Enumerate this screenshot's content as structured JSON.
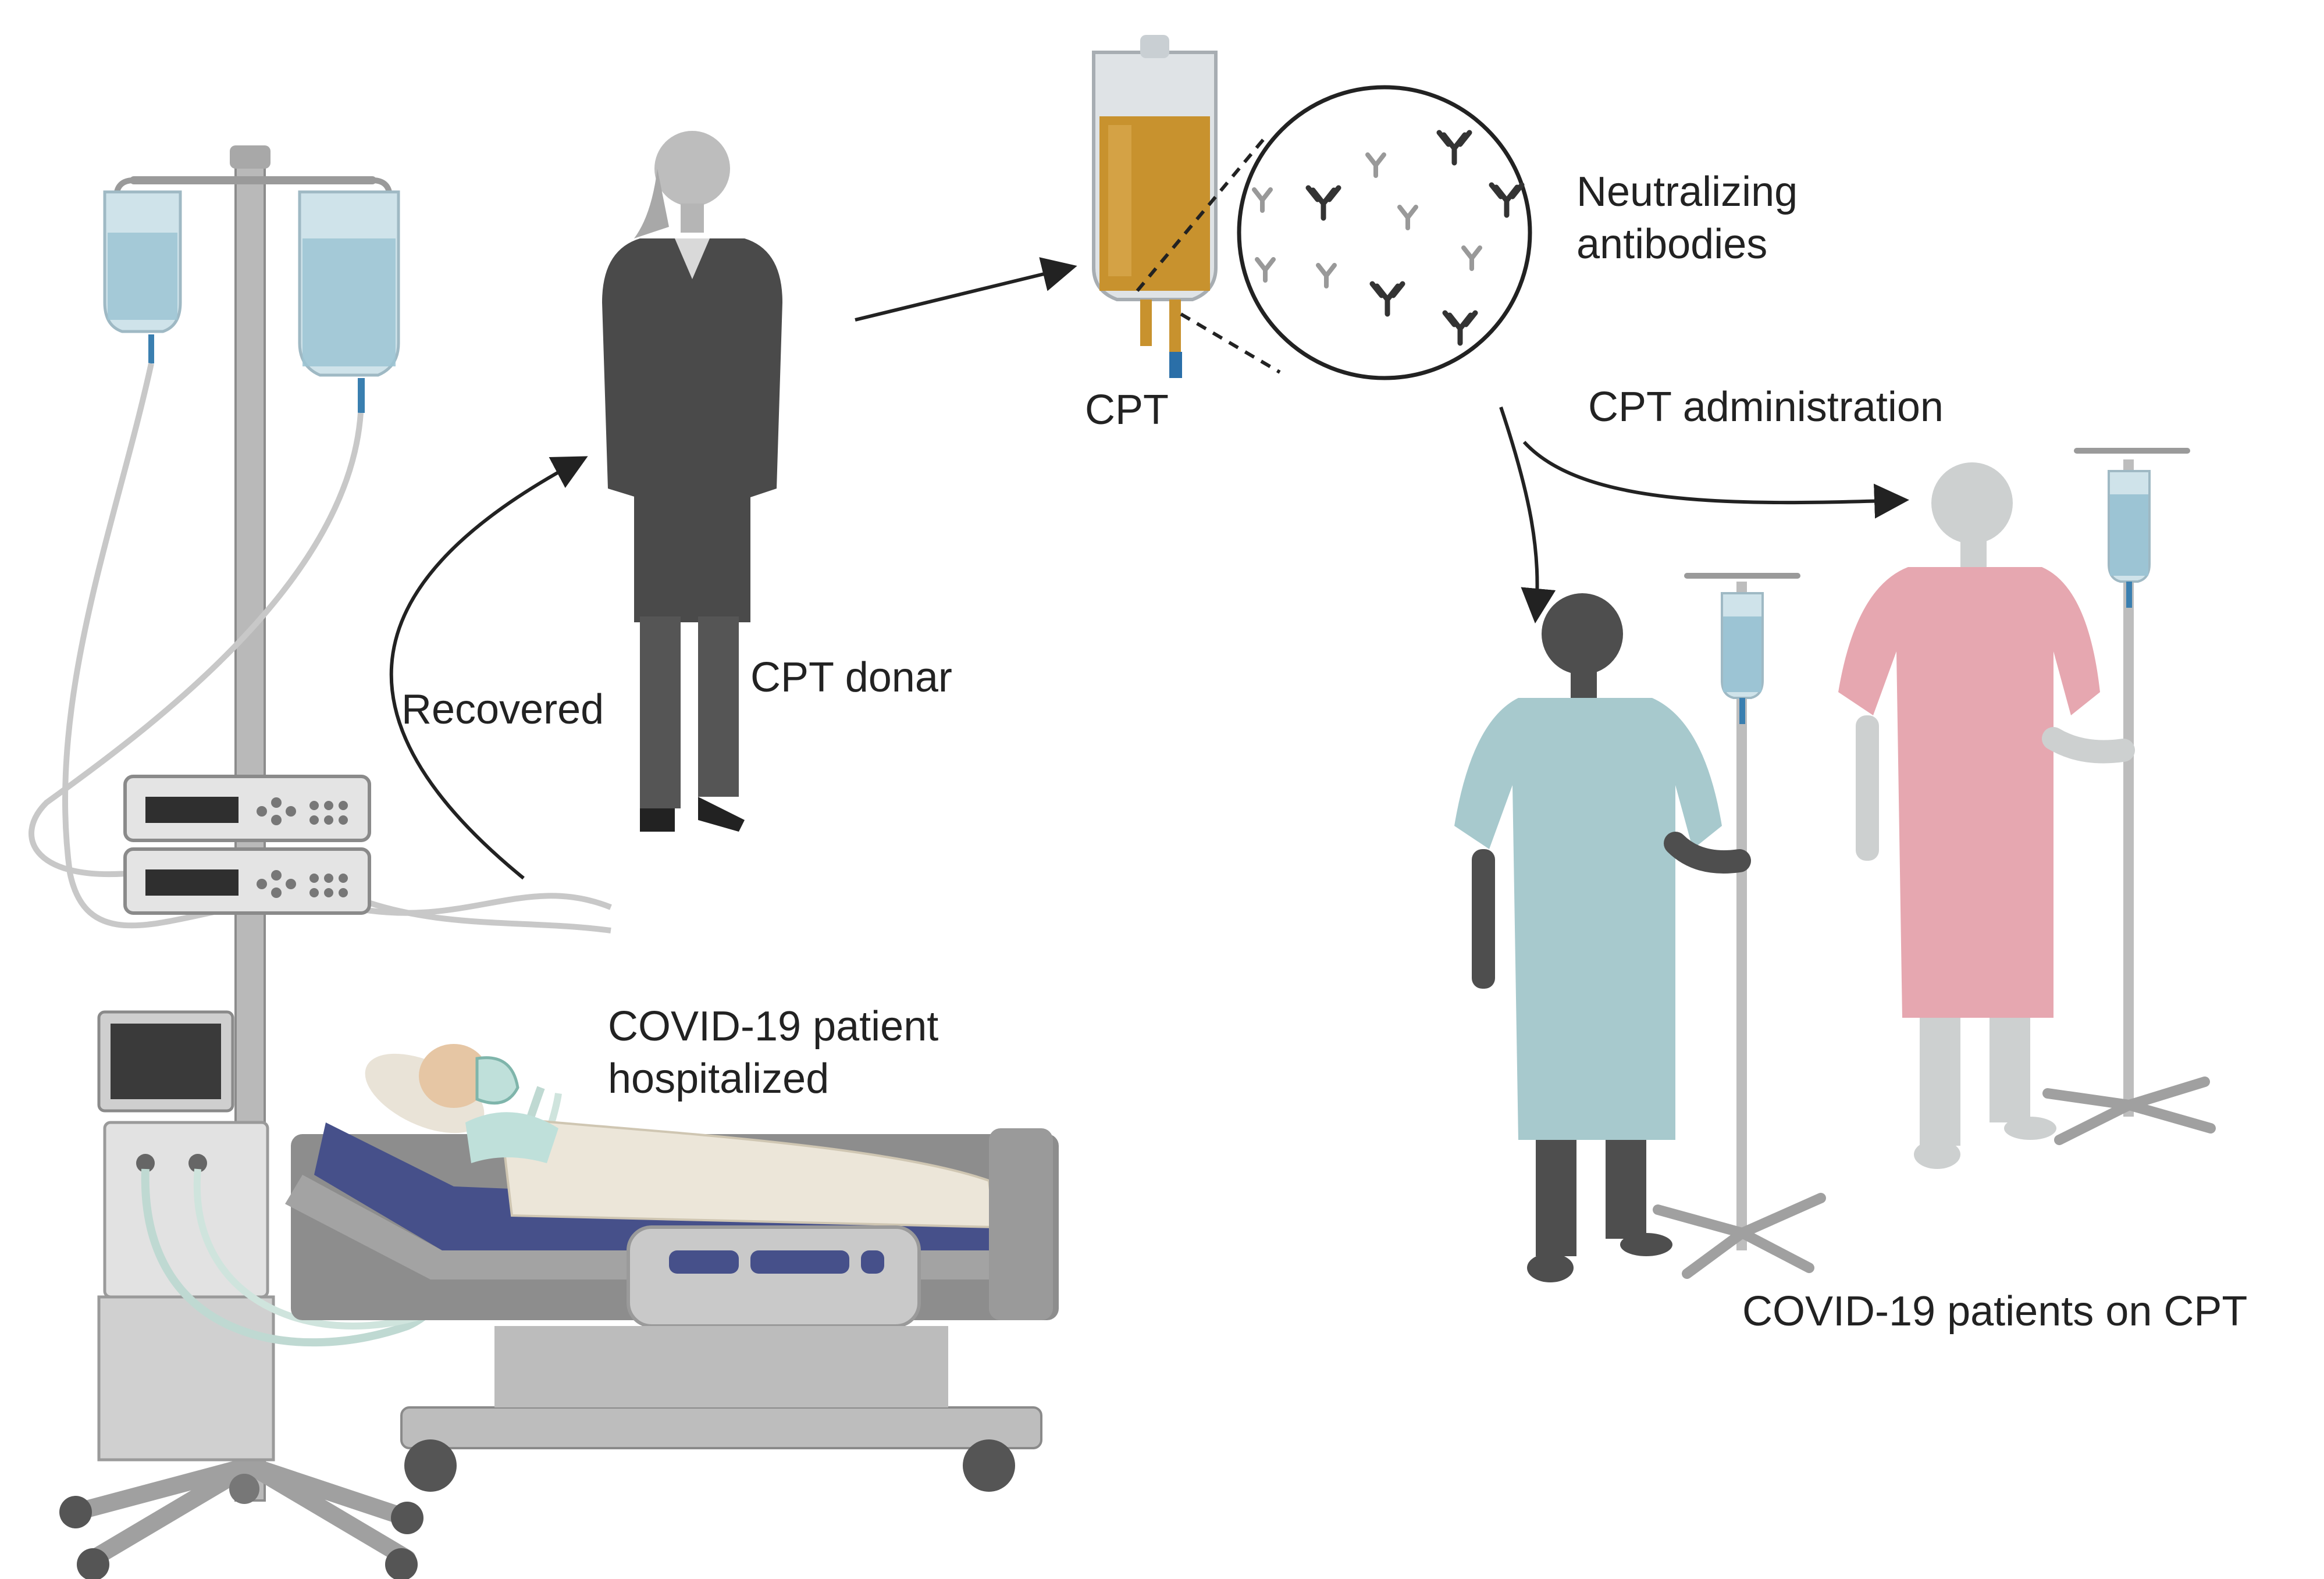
{
  "labels": {
    "recovered": "Recovered",
    "donor": "CPT donar",
    "cpt": "CPT",
    "antibodies_line1": "Neutralizing",
    "antibodies_line2": "antibodies",
    "administration": "CPT administration",
    "hospitalized_line1": "COVID-19 patient",
    "hospitalized_line2": "hospitalized",
    "patients_on_cpt": "COVID-19 patients on CPT"
  },
  "colors": {
    "plasma": "#c8922e",
    "iv_fluid": "#a9cbd8",
    "donor_suit": "#4a4a4a",
    "gown_teal": "#a7c9cd",
    "gown_pink": "#e6a7b0",
    "mattress": "#46508a",
    "arrow": "#222222"
  },
  "icons": [
    "iv-pole-icon",
    "infusion-pump-icon",
    "ventilator-icon",
    "hospital-bed-icon",
    "plasma-bag-icon",
    "antibody-icon"
  ]
}
